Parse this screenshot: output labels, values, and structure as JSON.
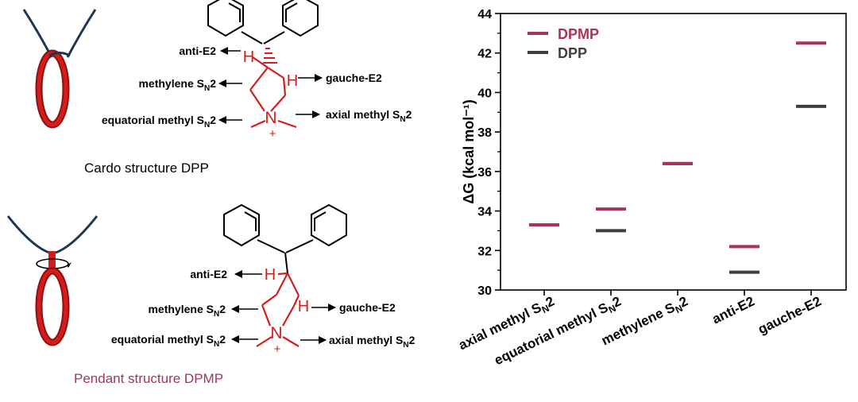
{
  "colors": {
    "dpmp": "#a6345d",
    "dpp": "#3f3f3f",
    "ring_red": "#d41c1c",
    "chain_navy": "#1f3550",
    "black": "#000000"
  },
  "left": {
    "cardo": {
      "caption": "Cardo structure DPP",
      "labels": {
        "anti_e2": "anti-E2",
        "methylene": "methylene S",
        "eq_methyl": "equatorial methyl S",
        "gauche_e2": "gauche-E2",
        "ax_methyl": "axial methyl S",
        "sub_n": "N",
        "tail_2": "2"
      }
    },
    "pendant": {
      "caption": "Pendant structure DPMP",
      "labels": {
        "anti_e2": "anti-E2",
        "methylene": "methylene S",
        "eq_methyl": "equatorial methyl S",
        "gauche_e2": "gauche-E2",
        "ax_methyl": "axial methyl S",
        "sub_n": "N",
        "tail_2": "2"
      }
    },
    "atoms": {
      "h": "H",
      "n": "N",
      "plus": "+"
    }
  },
  "chart_data": {
    "type": "scatter",
    "xlabel": "",
    "ylabel": "ΔG (kcal mol⁻¹)",
    "ylim": [
      30,
      44
    ],
    "yticks": [
      "30",
      "32",
      "34",
      "36",
      "38",
      "40",
      "42",
      "44"
    ],
    "categories": [
      {
        "base": "axial methyl S",
        "sub": "N",
        "tail": "2"
      },
      {
        "base": "equatorial methyl S",
        "sub": "N",
        "tail": "2"
      },
      {
        "base": "methylene S",
        "sub": "N",
        "tail": "2"
      },
      {
        "base": "anti-E2",
        "sub": "",
        "tail": ""
      },
      {
        "base": "gauche-E2",
        "sub": "",
        "tail": ""
      }
    ],
    "series": [
      {
        "name": "DPMP",
        "values": [
          33.3,
          34.1,
          36.4,
          32.2,
          42.5
        ]
      },
      {
        "name": "DPP",
        "values": [
          33.3,
          33.0,
          36.4,
          30.9,
          39.3
        ]
      }
    ],
    "legend": "top-left",
    "grid": false
  }
}
